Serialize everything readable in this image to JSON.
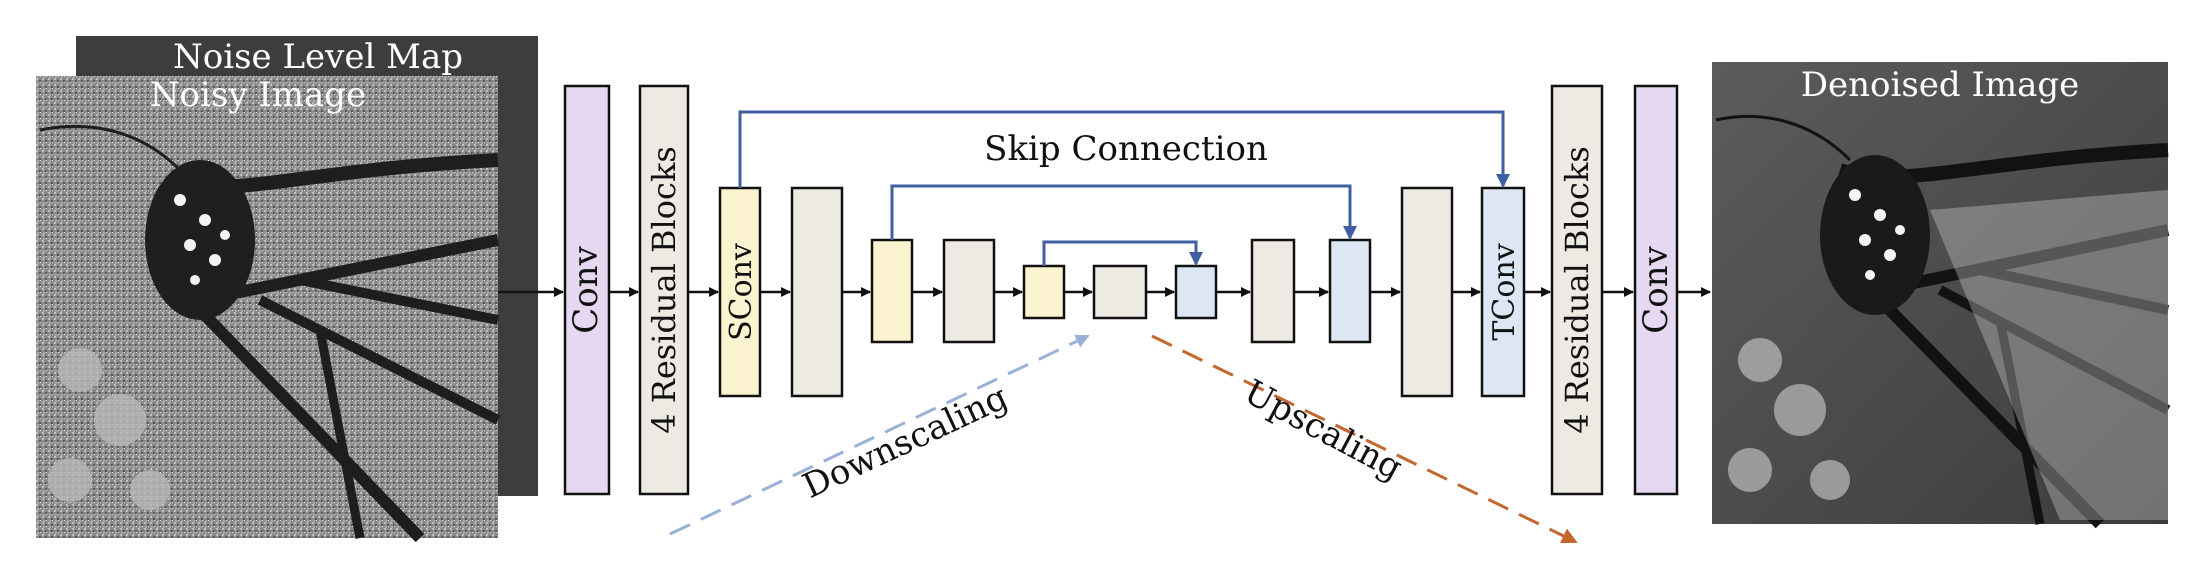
{
  "input": {
    "noise_map_label": "Noise Level Map",
    "noisy_image_label": "Noisy Image"
  },
  "blocks": {
    "conv_in": "Conv",
    "res_in": "4 Residual Blocks",
    "sconv": "SConv",
    "tconv": "TConv",
    "res_out": "4 Residual Blocks",
    "conv_out": "Conv"
  },
  "annotations": {
    "skip_connection": "Skip Connection",
    "downscaling": "Downscaling",
    "upscaling": "Upscaling"
  },
  "output": {
    "denoised_label": "Denoised Image"
  },
  "colors": {
    "conv": "#e6d8f0",
    "residual": "#ede9e3",
    "down": "#fcf4d0",
    "up": "#dde7f3",
    "skip_arrow": "#3f5fa0",
    "down_arrow": "#9ab0d6",
    "up_arrow": "#c4672e"
  }
}
